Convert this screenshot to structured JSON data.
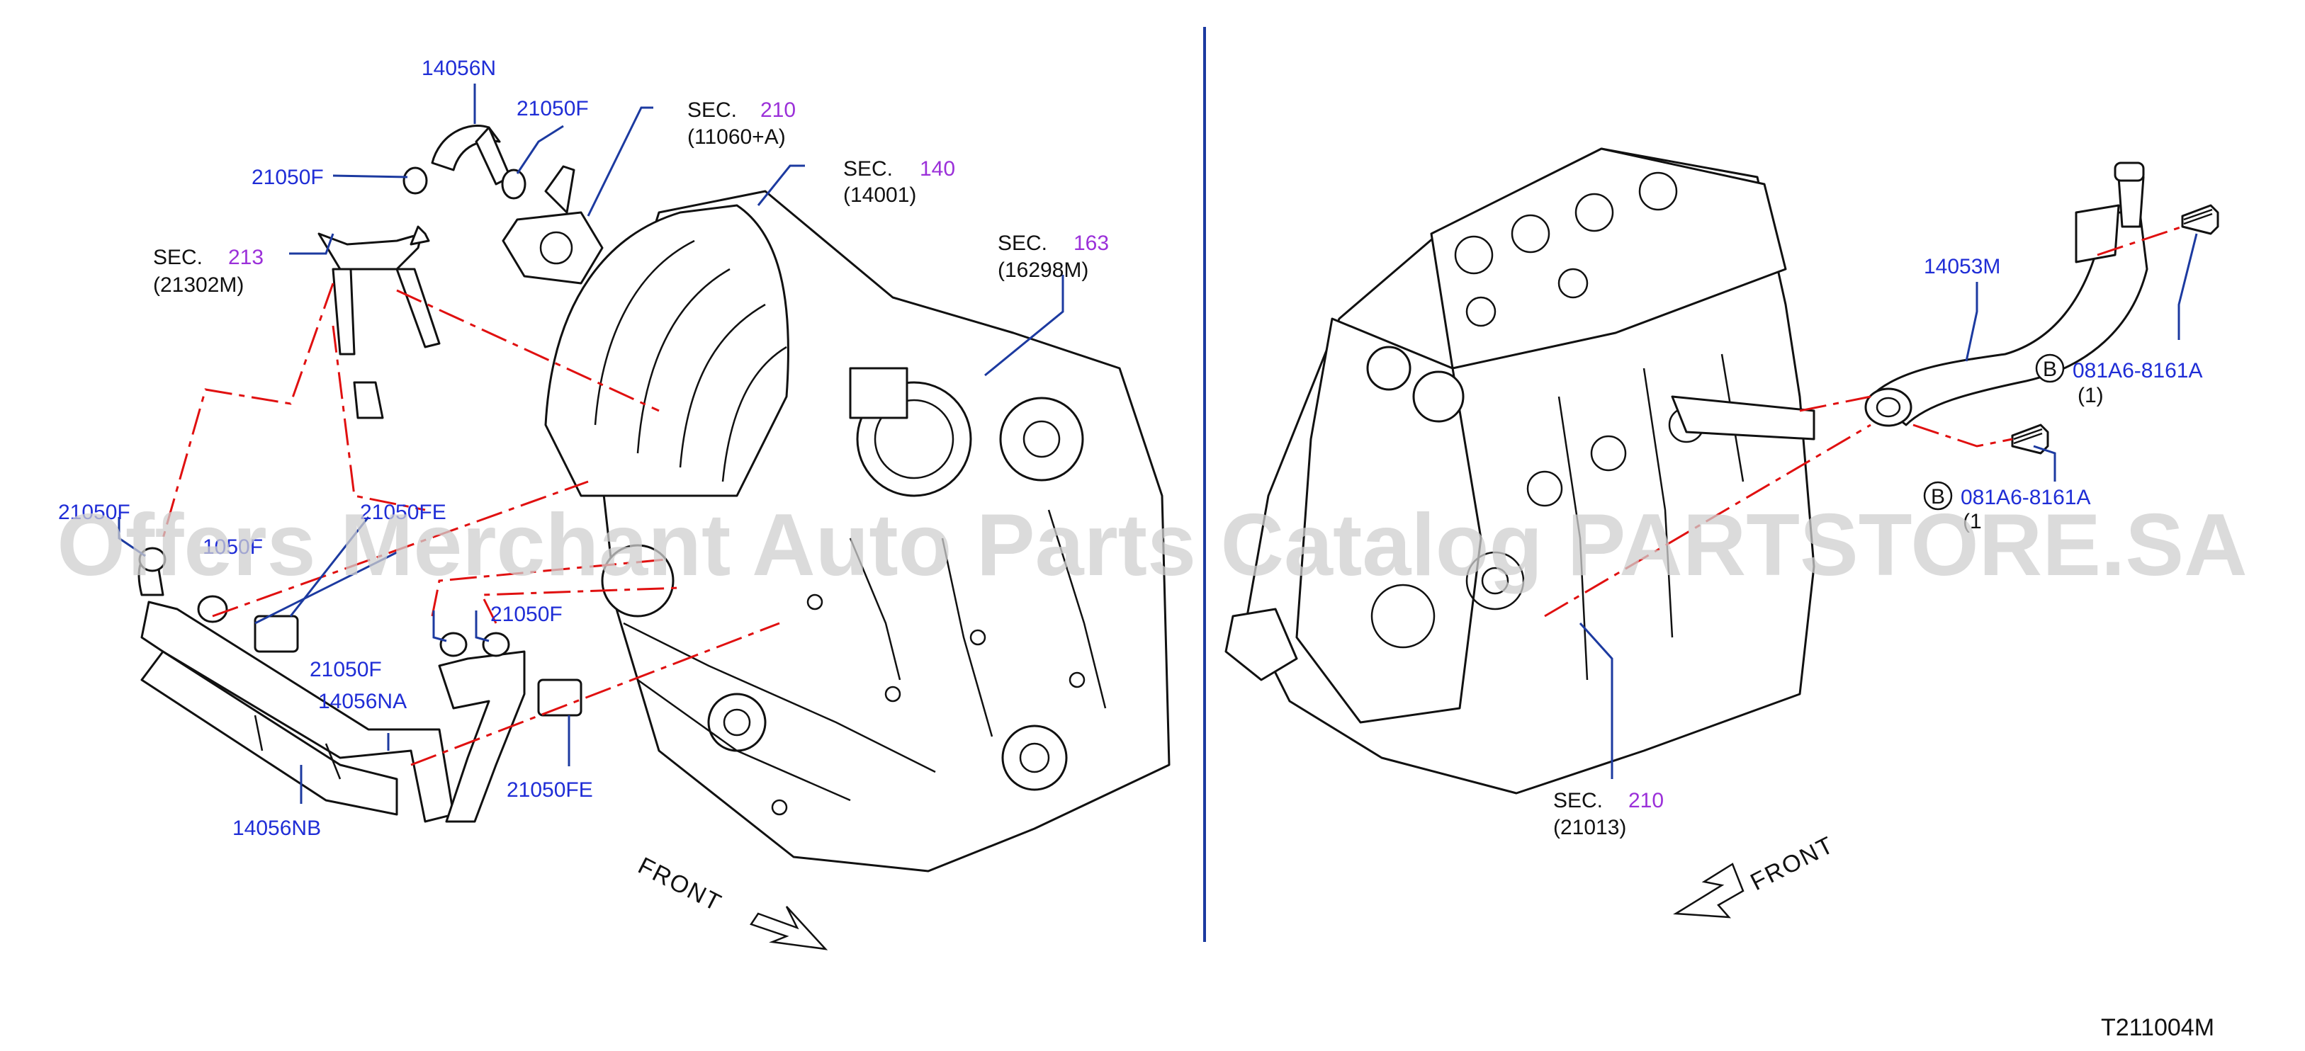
{
  "labels": {
    "hose_upper": "14056N",
    "clamp_upper_right": "21050F",
    "clamp_upper_left": "21050F",
    "clamp_left": "21050F",
    "clip_left": "21050FE",
    "clamp_mid_a": "21050F",
    "clamp_mid_b": "21050F",
    "clip_lower": "21050FE",
    "hose_na": "14056NA",
    "hose_nb": "14056NB",
    "partial_left": "1050F",
    "pipe_right": "14053M",
    "bolt_upper_code": "081A6-8161A",
    "bolt_upper_qty": "(1)",
    "bolt_lower_code": "081A6-8161A",
    "bolt_lower_qty": "(1",
    "bolt_marker": "B"
  },
  "sections": [
    {
      "prefix": "SEC.",
      "number": "210",
      "ref": "(11060+A)"
    },
    {
      "prefix": "SEC.",
      "number": "140",
      "ref": "(14001)"
    },
    {
      "prefix": "SEC.",
      "number": "213",
      "ref": "(21302M)"
    },
    {
      "prefix": "SEC.",
      "number": "163",
      "ref": "(16298M)"
    },
    {
      "prefix": "SEC.",
      "number": "210",
      "ref": "(21013)"
    }
  ],
  "front_label": "FRONT",
  "diagram_id": "T211004M",
  "watermark": "Offers Merchant Auto Parts Catalog PARTSTORE.SA",
  "colors": {
    "part_label": "#1f2dd6",
    "section_number": "#9b30d9",
    "leader_line": "#1c3aa0",
    "phantom_line": "#e01010",
    "line_art": "#111111"
  }
}
